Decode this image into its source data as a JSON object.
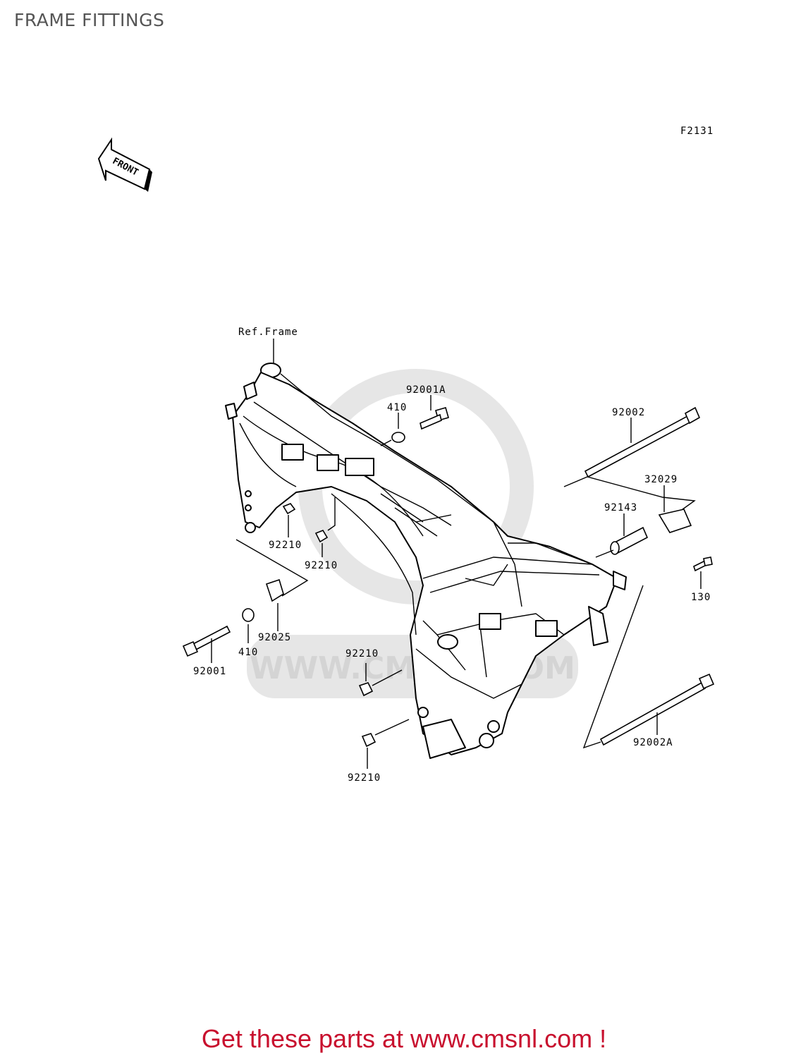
{
  "header": {
    "title": "FRAME FITTINGS"
  },
  "diagram": {
    "figure_code": "F2131",
    "front_label": "FRONT",
    "ref_label": "Ref.Frame",
    "watermark_text": "WWW.CMSNL.COM",
    "parts": {
      "p92001A": "92001A",
      "p410_top": "410",
      "p92002": "92002",
      "p32029": "32029",
      "p92143": "92143",
      "p130": "130",
      "p92210_a": "92210",
      "p92210_b": "92210",
      "p92025": "92025",
      "p410_bottom": "410",
      "p92001": "92001",
      "p92210_c": "92210",
      "p92210_d": "92210",
      "p92002A": "92002A"
    },
    "colors": {
      "line": "#000000",
      "watermark": "#e6e6e6",
      "footer": "#c8102e"
    }
  },
  "footer": {
    "cta": "Get these parts at www.cmsnl.com !"
  }
}
